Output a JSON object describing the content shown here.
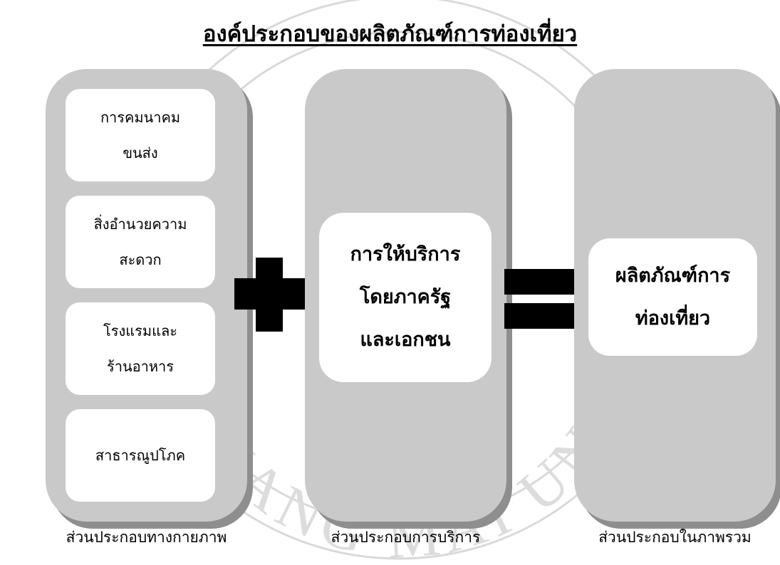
{
  "title": "องค์ประกอบของผลิตภัณฑ์การท่องเที่ยว",
  "physical": {
    "caption": "ส่วนประกอบทางกายภาพ",
    "items": [
      {
        "line1": "การคมนาคม",
        "line2": "ขนส่ง"
      },
      {
        "line1": "สิ่งอำนวยความ",
        "line2": "สะดวก"
      },
      {
        "line1": "โรงแรมและ",
        "line2": "ร้านอาหาร"
      },
      {
        "line1": "สาธารณูปโภค",
        "line2": ""
      }
    ]
  },
  "service": {
    "caption": "ส่วนประกอบการบริการ",
    "box": {
      "line1": "การให้บริการ",
      "line2": "โดยภาครัฐ",
      "line3": "และเอกชน"
    }
  },
  "overall": {
    "caption": "ส่วนประกอบในภาพรวม",
    "box": {
      "line1": "ผลิตภัณฑ์การ",
      "line2": "ท่องเที่ยว"
    }
  },
  "operators": {
    "plus": "plus-sign",
    "equals": "equals-sign"
  },
  "watermark": {
    "text": "CHIANG MAI UNIVERSITY"
  },
  "colors": {
    "panel": "#c9c9c9",
    "panel_shadow": "#8e8e8e",
    "card": "#ffffff",
    "text": "#000000"
  }
}
